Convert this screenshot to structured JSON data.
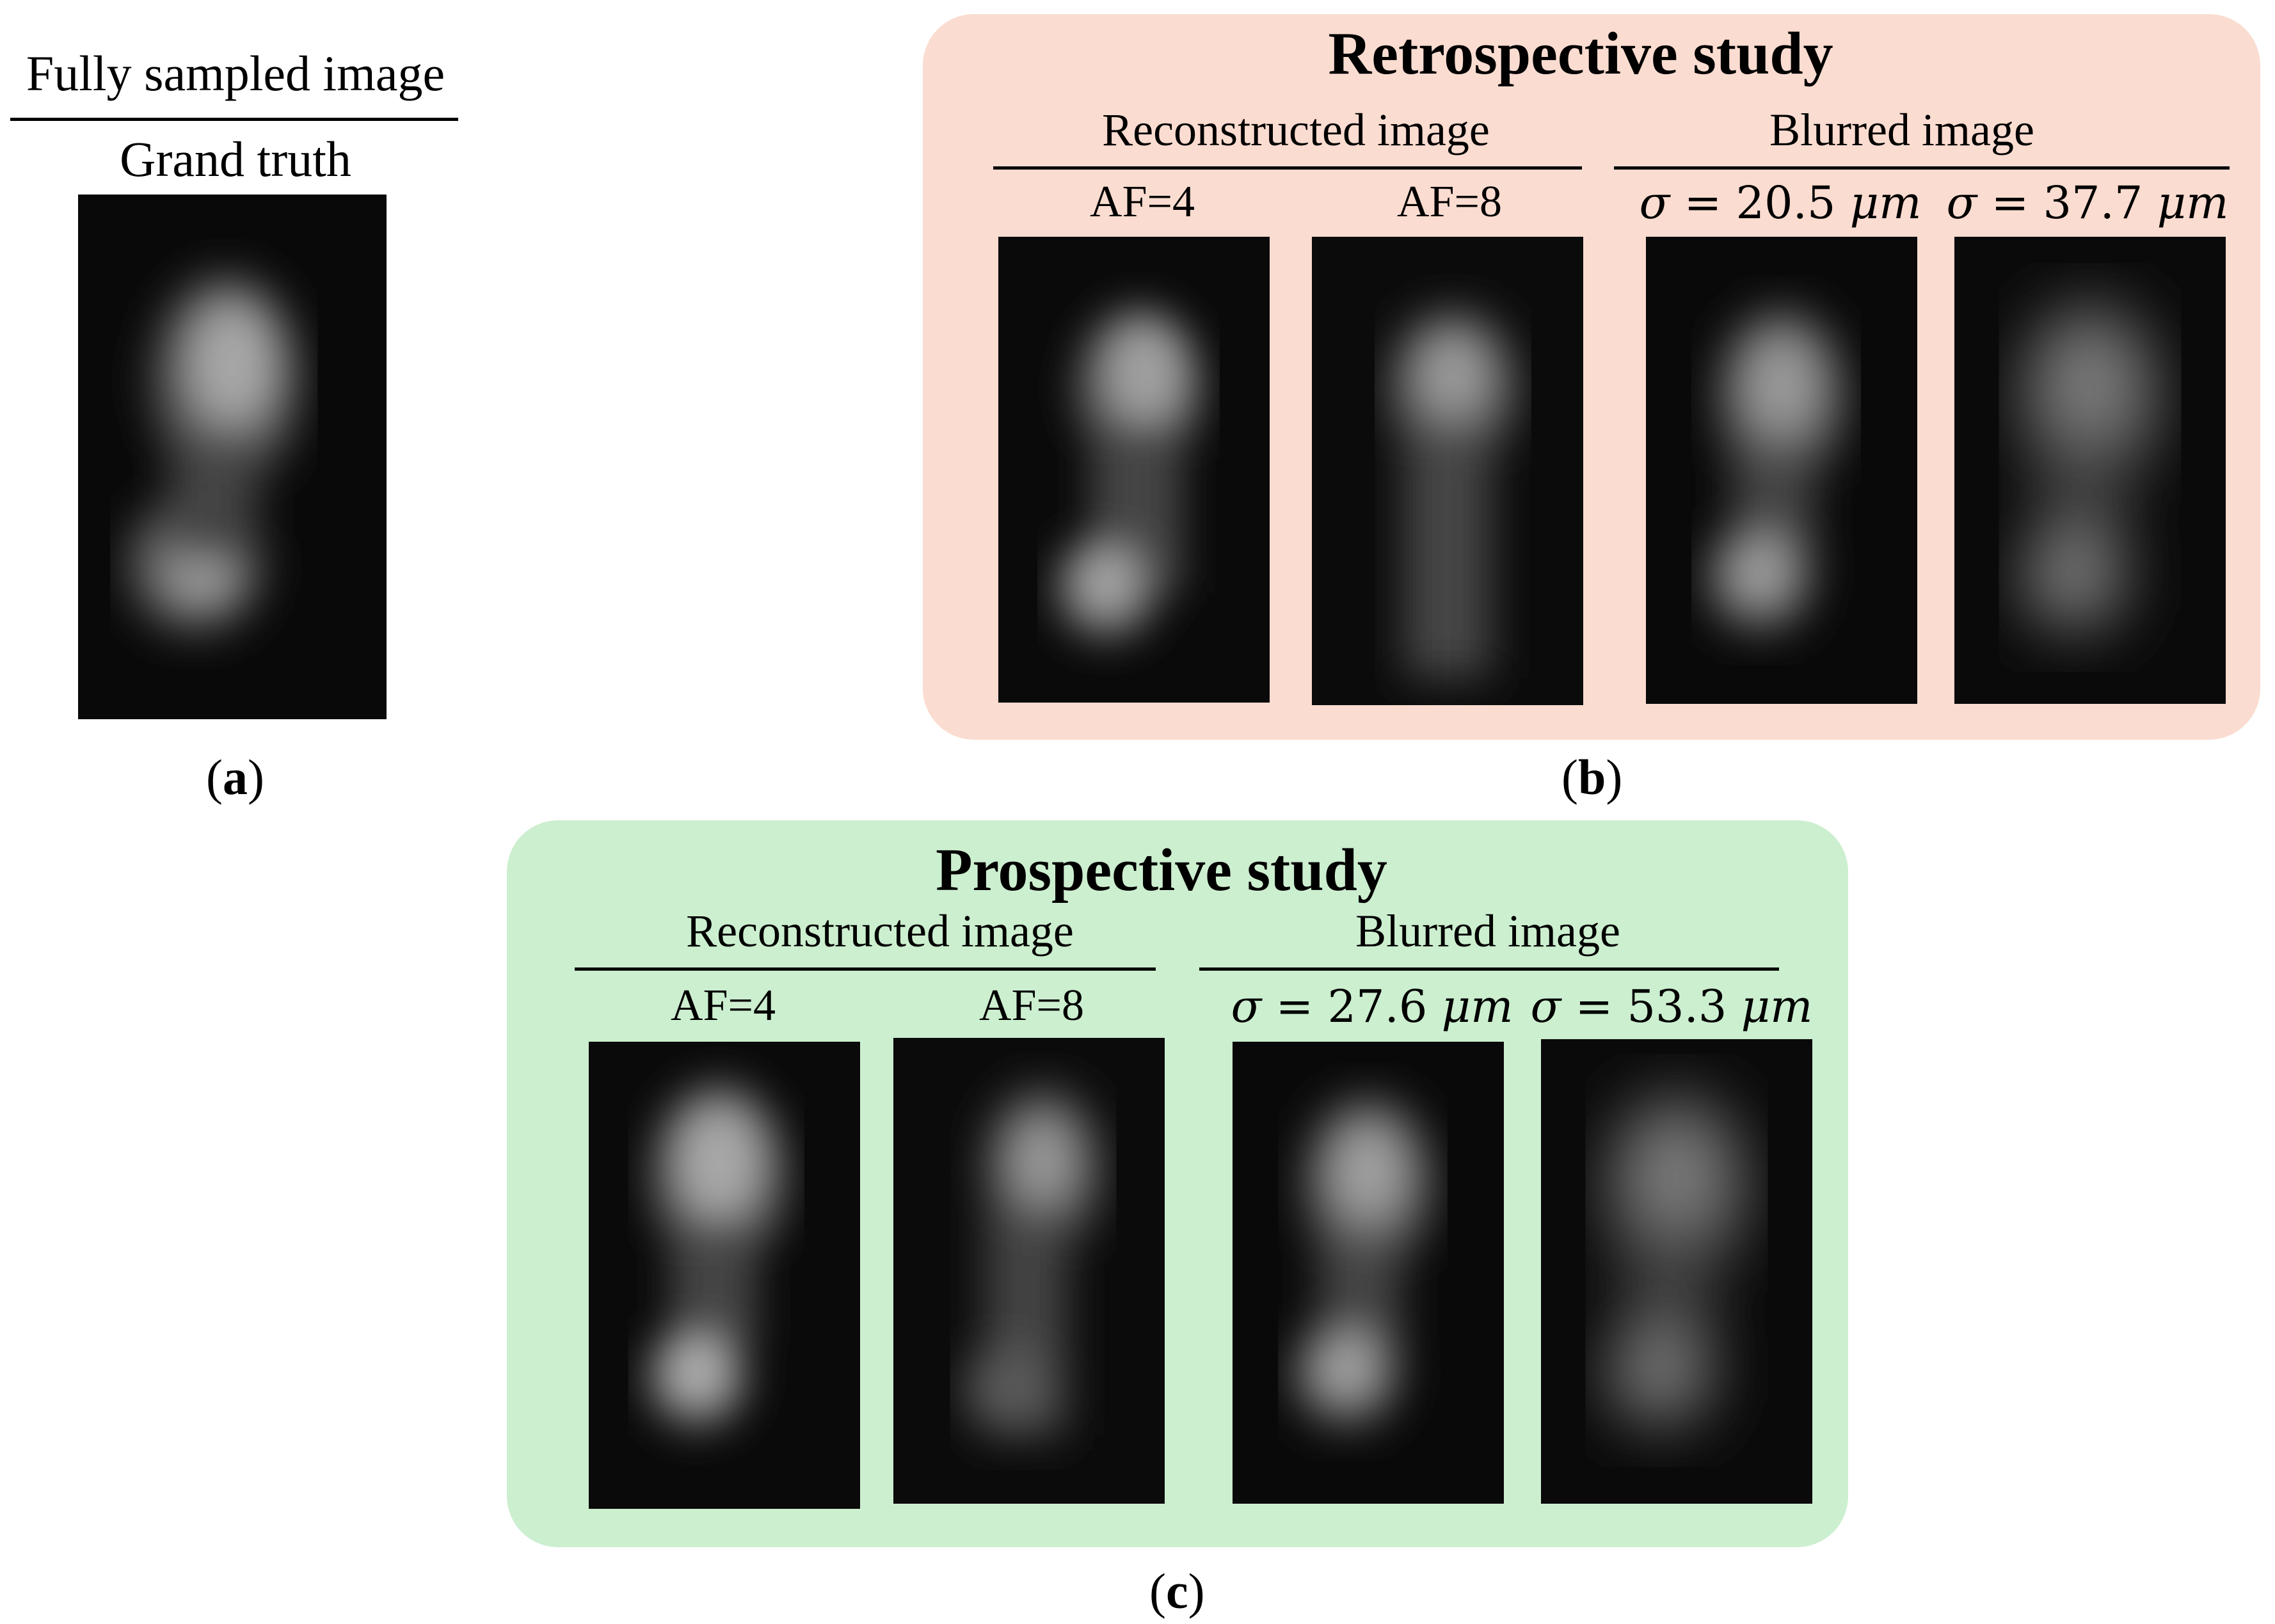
{
  "panel_a": {
    "header": "Fully sampled image",
    "subheader": "Grand truth",
    "caption_letter": "a"
  },
  "panel_b": {
    "title": "Retrospective study",
    "group_reconstructed": "Reconstructed image",
    "group_blurred": "Blurred image",
    "labels": [
      "AF=4",
      "AF=8"
    ],
    "sigma_values": [
      "20.5",
      "37.7"
    ],
    "caption_letter": "b"
  },
  "panel_c": {
    "title": "Prospective study",
    "group_reconstructed": "Reconstructed image",
    "group_blurred": "Blurred image",
    "labels": [
      "AF=4",
      "AF=8"
    ],
    "sigma_values": [
      "27.6",
      "53.3"
    ],
    "caption_letter": "c"
  },
  "symbols": {
    "sigma": "σ",
    "equals": "=",
    "unit": "μm"
  },
  "paren_open": "(",
  "paren_close": ")",
  "colors": {
    "retrospective_bg": "#fbdcd0",
    "prospective_bg": "#ccefcf"
  }
}
